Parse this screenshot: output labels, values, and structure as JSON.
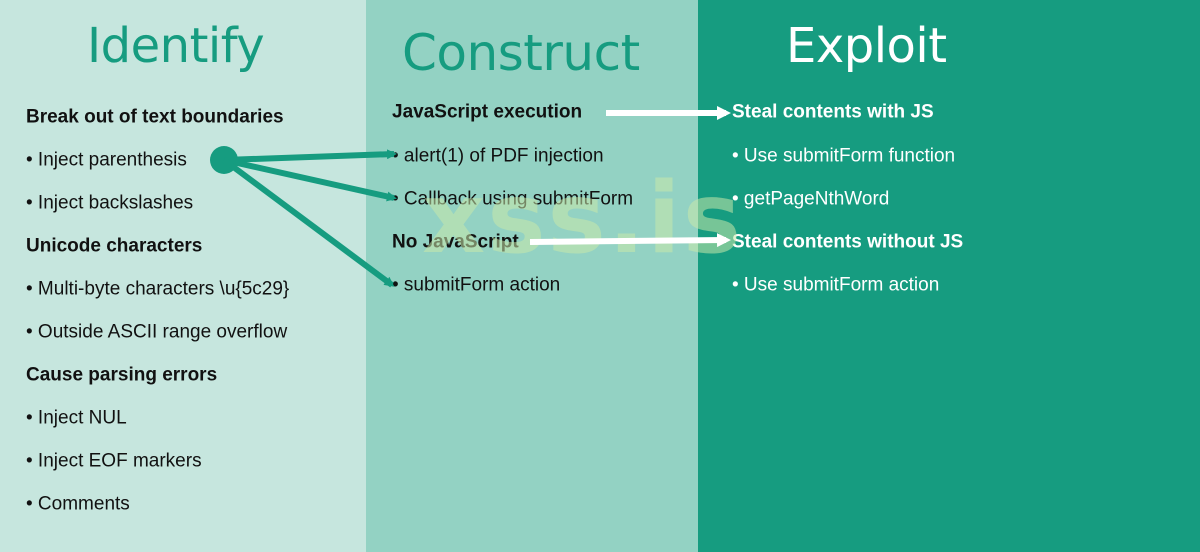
{
  "columns": {
    "identify": {
      "title": "Identify",
      "items": [
        {
          "kind": "heading",
          "text": "Break out of text boundaries"
        },
        {
          "kind": "bullet",
          "text": "• Inject parenthesis"
        },
        {
          "kind": "bullet",
          "text": "• Inject backslashes"
        },
        {
          "kind": "heading",
          "text": "Unicode characters"
        },
        {
          "kind": "bullet",
          "text": "• Multi-byte characters \\u{5c29}"
        },
        {
          "kind": "bullet",
          "text": "• Outside ASCII range overflow"
        },
        {
          "kind": "heading",
          "text": "Cause parsing errors"
        },
        {
          "kind": "bullet",
          "text": "• Inject NUL"
        },
        {
          "kind": "bullet",
          "text": "• Inject EOF markers"
        },
        {
          "kind": "bullet",
          "text": "• Comments"
        }
      ]
    },
    "construct": {
      "title": "Construct",
      "items": [
        {
          "kind": "heading",
          "text": "JavaScript execution"
        },
        {
          "kind": "bullet",
          "text": "• alert(1) of PDF injection"
        },
        {
          "kind": "bullet",
          "text": "• Callback using submitForm"
        },
        {
          "kind": "heading",
          "text": "No JavaScript"
        },
        {
          "kind": "bullet",
          "text": "• submitForm action"
        }
      ]
    },
    "exploit": {
      "title": "Exploit",
      "items": [
        {
          "kind": "heading",
          "text": "Steal contents with JS"
        },
        {
          "kind": "bullet",
          "text": "• Use submitForm function"
        },
        {
          "kind": "bullet",
          "text": "• getPageNthWord"
        },
        {
          "kind": "heading",
          "text": "Steal contents without JS"
        },
        {
          "kind": "bullet",
          "text": "• Use submitForm action"
        }
      ]
    }
  },
  "watermark": "xss.is",
  "colors": {
    "identify_bg": "#c6e6de",
    "construct_bg": "#93d2c3",
    "exploit_bg": "#169c80",
    "accent": "#169c80",
    "white_arrow": "#ffffff"
  }
}
